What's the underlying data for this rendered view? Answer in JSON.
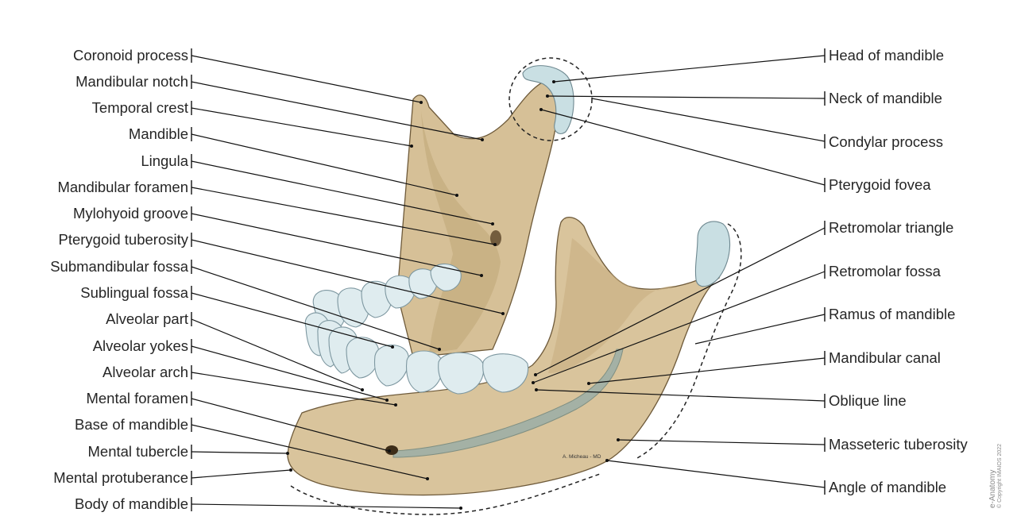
{
  "figure": {
    "left_labels": [
      "Coronoid process",
      "Mandibular notch",
      "Temporal crest",
      "Mandible",
      "Lingula",
      "Mandibular foramen",
      "Mylohyoid groove",
      "Pterygoid tuberosity",
      "Submandibular fossa",
      "Sublingual fossa",
      "Alveolar part",
      "Alveolar yokes",
      "Alveolar arch",
      "Mental foramen",
      "Base of mandible",
      "Mental tubercle",
      "Mental protuberance",
      "Body of mandible"
    ],
    "right_labels": [
      "Head of mandible",
      "Neck of mandible",
      "Condylar process",
      "Pterygoid fovea",
      "Retromolar triangle",
      "Retromolar fossa",
      "Ramus of mandible",
      "Mandibular canal",
      "Oblique line",
      "Masseteric tuberosity",
      "Angle of mandible"
    ],
    "artist_signature": "A. Micheau - MD",
    "credit_brand": "e-Anatomy",
    "credit_copyright": "© Copyright IMAIOS 2022",
    "colors": {
      "bone": "#d8c39a",
      "bone_shadow": "#b49a6c",
      "bone_outline": "#6e5a3a",
      "cartilage": "#c9dfe3",
      "teeth": "#dfecef",
      "canal": "#9fb0a6",
      "leader": "#111111"
    }
  }
}
